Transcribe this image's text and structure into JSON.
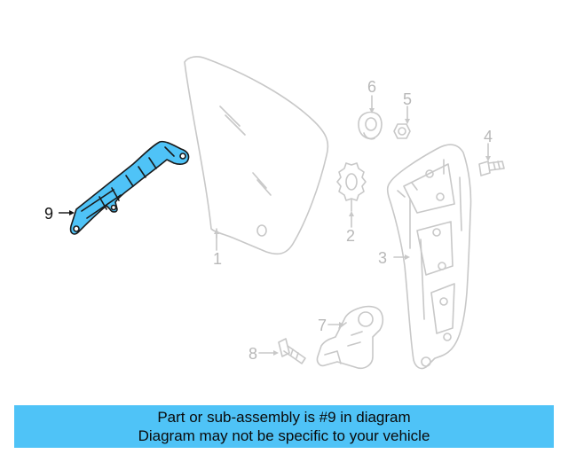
{
  "diagram": {
    "callouts": {
      "p1": "1",
      "p2": "2",
      "p3": "3",
      "p4": "4",
      "p5": "5",
      "p6": "6",
      "p7": "7",
      "p8": "8",
      "p9": "9"
    },
    "highlight_color": "#4fc3f7",
    "outline_color": "#c8c8c8"
  },
  "banner": {
    "line1": "Part or sub-assembly is #9 in diagram",
    "line2": "Diagram may not be specific to your vehicle",
    "color": "#4fc3f7"
  }
}
